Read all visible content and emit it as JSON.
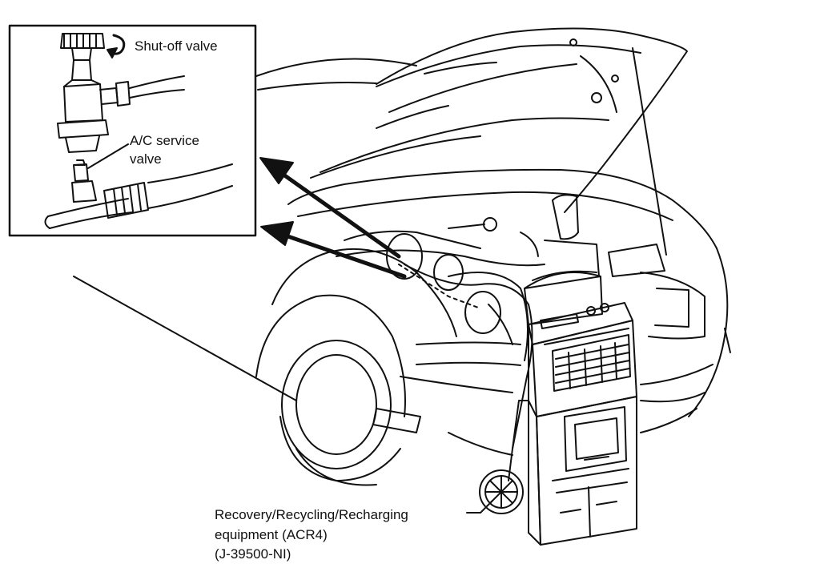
{
  "labels": {
    "shutoff": "Shut-off valve",
    "ac_service_line1": "A/C service",
    "ac_service_line2": "valve",
    "equipment_line1": "Recovery/Recycling/Recharging",
    "equipment_line2": "equipment  (ACR4)",
    "equipment_line3": "(J-39500-NI)"
  },
  "colors": {
    "ink": "#111111",
    "paper": "#ffffff"
  }
}
